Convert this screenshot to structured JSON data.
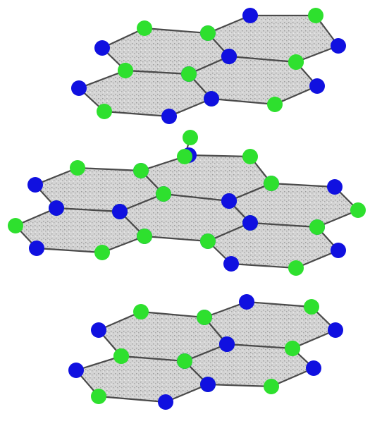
{
  "colors": {
    "background": "#ffffff",
    "hex_fill": "#d2d2d2",
    "hex_stroke": "#4a4a4a",
    "atom_blue": "#1010e0",
    "atom_green": "#2ee02e"
  },
  "layers": [
    {
      "name": "top-layer",
      "rings": [
        {
          "name": "ring-1",
          "atoms": [
            "blue",
            "green",
            "blue",
            "green",
            "blue",
            "green"
          ]
        },
        {
          "name": "ring-2",
          "atoms": [
            "green",
            "blue",
            "green",
            "blue",
            "green",
            "blue"
          ]
        },
        {
          "name": "ring-3",
          "atoms": [
            "blue",
            "green",
            "blue",
            "green",
            "blue",
            "green"
          ]
        },
        {
          "name": "ring-4",
          "atoms": [
            "green",
            "blue",
            "green",
            "blue",
            "green",
            "blue"
          ]
        }
      ]
    },
    {
      "name": "middle-layer",
      "rings": [
        {
          "name": "ring-1",
          "atoms": [
            "blue",
            "green",
            "blue",
            "green",
            "blue",
            "green"
          ]
        },
        {
          "name": "ring-2",
          "atoms": [
            "green",
            "blue",
            "green",
            "blue",
            "green",
            "blue"
          ]
        },
        {
          "name": "ring-3",
          "atoms": [
            "blue",
            "green",
            "blue",
            "green",
            "blue",
            "green"
          ]
        },
        {
          "name": "ring-4",
          "atoms": [
            "green",
            "blue",
            "green",
            "blue",
            "green",
            "blue"
          ]
        },
        {
          "name": "ring-5",
          "atoms": [
            "blue",
            "green",
            "blue",
            "green",
            "blue",
            "green"
          ]
        },
        {
          "name": "ring-6",
          "atoms": [
            "green",
            "blue",
            "green",
            "blue",
            "green",
            "blue"
          ]
        }
      ]
    },
    {
      "name": "bottom-layer",
      "rings": [
        {
          "name": "ring-1",
          "atoms": [
            "blue",
            "green",
            "blue",
            "green",
            "blue",
            "green"
          ]
        },
        {
          "name": "ring-2",
          "atoms": [
            "green",
            "blue",
            "green",
            "blue",
            "green",
            "blue"
          ]
        },
        {
          "name": "ring-3",
          "atoms": [
            "blue",
            "green",
            "blue",
            "green",
            "blue",
            "green"
          ]
        },
        {
          "name": "ring-4",
          "atoms": [
            "green",
            "blue",
            "green",
            "blue",
            "green",
            "blue"
          ]
        }
      ]
    }
  ]
}
